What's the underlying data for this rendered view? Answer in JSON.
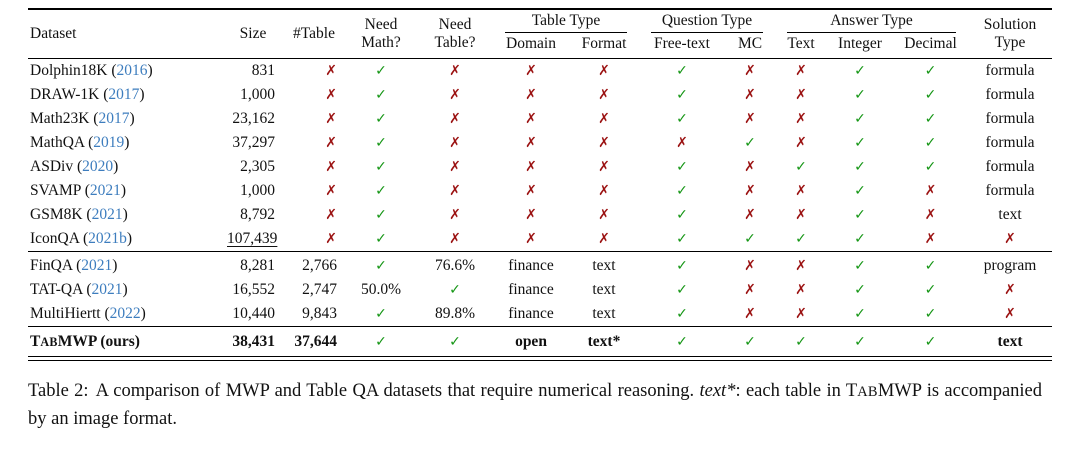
{
  "colors": {
    "check": "#159615",
    "cross": "#9b1212",
    "citation": "#3d7dbe"
  },
  "table": {
    "headers": {
      "dataset": "Dataset",
      "size": "Size",
      "num_table": "#Table",
      "need_math": "Need Math?",
      "need_table": "Need Table?",
      "group_table_type": "Table Type",
      "group_question_type": "Question Type",
      "group_answer_type": "Answer Type",
      "domain": "Domain",
      "format": "Format",
      "free_text": "Free-text",
      "mc": "MC",
      "text": "Text",
      "integer": "Integer",
      "decimal": "Decimal",
      "solution": "Solution Type"
    },
    "cell_column_order": [
      "num_table",
      "need_math",
      "need_table",
      "domain",
      "format",
      "free_text",
      "mc",
      "text",
      "integer",
      "decimal",
      "solution"
    ],
    "groups": [
      {
        "rows": [
          {
            "name": "Dolphin18K",
            "year": "2016",
            "size": "831",
            "cells": [
              "✗",
              "✓",
              "✗",
              "✗",
              "✗",
              "✓",
              "✗",
              "✗",
              "✓",
              "✓",
              "formula"
            ]
          },
          {
            "name": "DRAW-1K",
            "year": "2017",
            "size": "1,000",
            "cells": [
              "✗",
              "✓",
              "✗",
              "✗",
              "✗",
              "✓",
              "✗",
              "✗",
              "✓",
              "✓",
              "formula"
            ]
          },
          {
            "name": "Math23K",
            "year": "2017",
            "size": "23,162",
            "cells": [
              "✗",
              "✓",
              "✗",
              "✗",
              "✗",
              "✓",
              "✗",
              "✗",
              "✓",
              "✓",
              "formula"
            ]
          },
          {
            "name": "MathQA",
            "year": "2019",
            "size": "37,297",
            "cells": [
              "✗",
              "✓",
              "✗",
              "✗",
              "✗",
              "✗",
              "✓",
              "✗",
              "✓",
              "✓",
              "formula"
            ]
          },
          {
            "name": "ASDiv",
            "year": "2020",
            "size": "2,305",
            "cells": [
              "✗",
              "✓",
              "✗",
              "✗",
              "✗",
              "✓",
              "✗",
              "✓",
              "✓",
              "✓",
              "formula"
            ]
          },
          {
            "name": "SVAMP",
            "year": "2021",
            "size": "1,000",
            "cells": [
              "✗",
              "✓",
              "✗",
              "✗",
              "✗",
              "✓",
              "✗",
              "✗",
              "✓",
              "✗",
              "formula"
            ]
          },
          {
            "name": "GSM8K",
            "year": "2021",
            "size": "8,792",
            "cells": [
              "✗",
              "✓",
              "✗",
              "✗",
              "✗",
              "✓",
              "✗",
              "✗",
              "✓",
              "✗",
              "text"
            ]
          },
          {
            "name": "IconQA",
            "year": "2021b",
            "size": "107,439",
            "size_underline": true,
            "cells": [
              "✗",
              "✓",
              "✗",
              "✗",
              "✗",
              "✓",
              "✓",
              "✓",
              "✓",
              "✗",
              "✗"
            ]
          }
        ]
      },
      {
        "rows": [
          {
            "name": "FinQA",
            "year": "2021",
            "size": "8,281",
            "cells": [
              "2,766",
              "✓",
              "76.6%",
              "finance",
              "text",
              "✓",
              "✗",
              "✗",
              "✓",
              "✓",
              "program"
            ]
          },
          {
            "name": "TAT-QA",
            "year": "2021",
            "size": "16,552",
            "cells": [
              "2,747",
              "50.0%",
              "✓",
              "finance",
              "text",
              "✓",
              "✗",
              "✗",
              "✓",
              "✓",
              "✗"
            ]
          },
          {
            "name": "MultiHiertt",
            "year": "2022",
            "size": "10,440",
            "cells": [
              "9,843",
              "✓",
              "89.8%",
              "finance",
              "text",
              "✓",
              "✗",
              "✗",
              "✓",
              "✓",
              "✗"
            ]
          }
        ]
      },
      {
        "bold": true,
        "rows": [
          {
            "name_parts": [
              {
                "t": "Tab",
                "sc": true
              },
              {
                "t": "MWP (ours)"
              }
            ],
            "size": "38,431",
            "cells": [
              "37,644",
              "✓",
              "✓",
              "open",
              "text*",
              "✓",
              "✓",
              "✓",
              "✓",
              "✓",
              "text"
            ]
          }
        ]
      }
    ]
  },
  "caption": {
    "label": "Table 2:",
    "parts": [
      {
        "t": "A comparison of MWP and Table QA datasets that require numerical reasoning. "
      },
      {
        "t": "text*",
        "italic": true
      },
      {
        "t": ": each table in "
      },
      {
        "t": "Tab",
        "sc": true
      },
      {
        "t": "MWP is accompanied by an image format."
      }
    ]
  }
}
